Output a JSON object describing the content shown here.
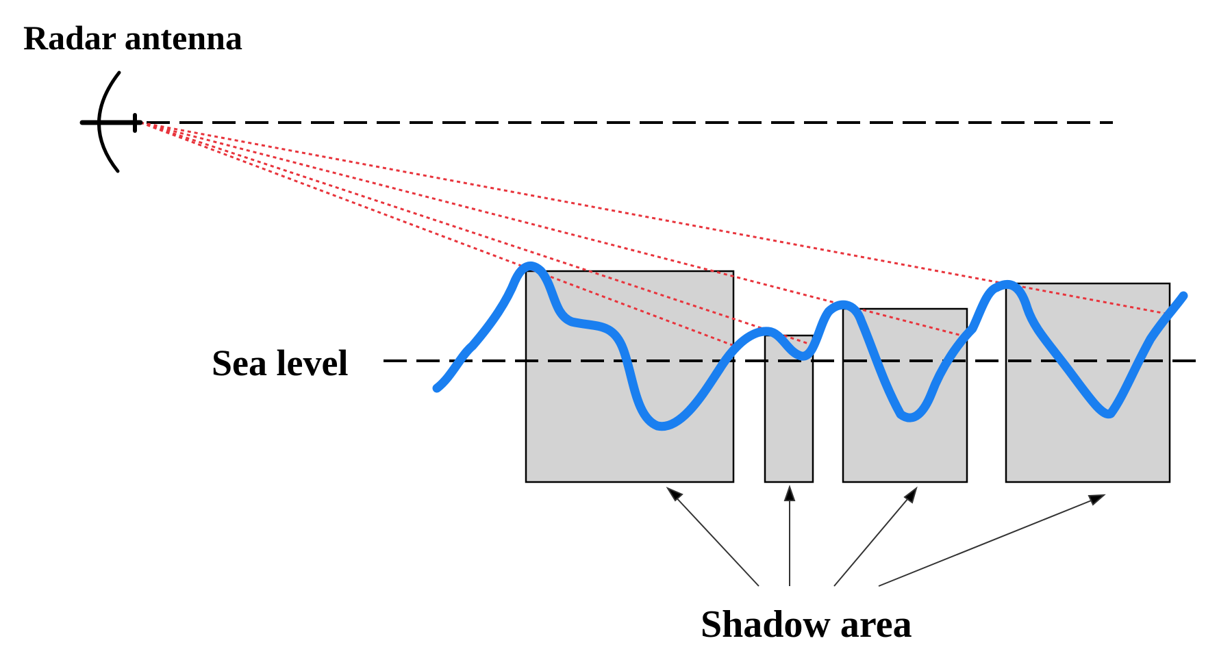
{
  "labels": {
    "radar_antenna": "Radar antenna",
    "sea_level": "Sea level",
    "shadow_area": "Shadow area"
  },
  "colors": {
    "wave": "#1a7ff0",
    "rays": "#e8343c",
    "shadow_fill": "#d3d3d3",
    "outline": "#000000",
    "background": "#ffffff"
  }
}
